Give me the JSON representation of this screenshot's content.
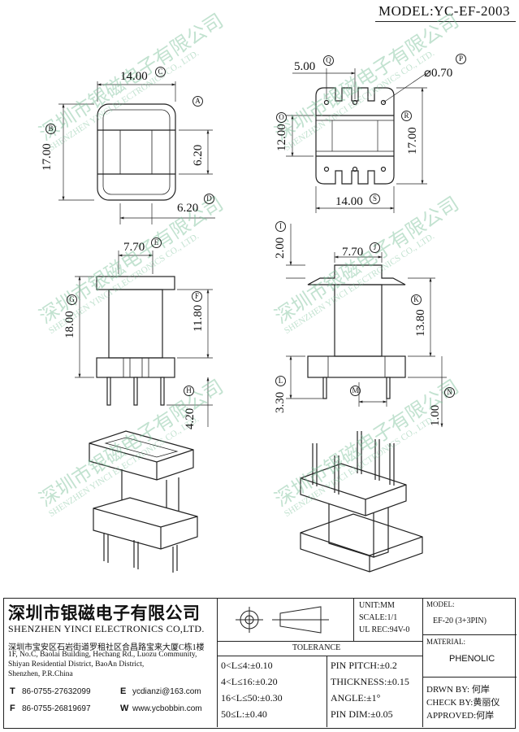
{
  "header": {
    "model": "MODEL:YC-EF-2003"
  },
  "watermark": {
    "text_cn": "深圳市银磁电子有限公司",
    "text_en": "SHENZHEN YINCI ELECTRONICS CO., LTD."
  },
  "dimensions": {
    "top_left_width": "14.00",
    "top_left_width_tag": "C",
    "top_left_height": "17.00",
    "top_left_height_tag": "B",
    "top_left_inner": "6.20",
    "top_left_inner_tag": "A",
    "top_left_bottom": "6.20",
    "top_left_bottom_tag": "D",
    "top_right_pitch": "5.00",
    "top_right_pitch_tag": "Q",
    "top_right_dia": "⌀0.70",
    "top_right_dia_tag": "P",
    "top_right_h_inner": "12.00",
    "top_right_h_inner_tag": "O",
    "top_right_h_outer": "17.00",
    "top_right_h_outer_tag": "R",
    "top_right_width": "14.00",
    "top_right_width_tag": "S",
    "side_left_flange": "7.70",
    "side_left_flange_tag": "E",
    "side_left_total": "18.00",
    "side_left_total_tag": "G",
    "side_left_body": "11.80",
    "side_left_body_tag": "F",
    "side_left_pin": "4.20",
    "side_left_pin_tag": "H",
    "side_right_flange": "7.70",
    "side_right_flange_tag": "J",
    "side_right_top": "2.00",
    "side_right_top_tag": "I",
    "side_right_body": "13.80",
    "side_right_body_tag": "K",
    "side_right_pin": "3.30",
    "side_right_pin_tag": "L",
    "side_right_m_tag": "M",
    "side_right_n": "1.00",
    "side_right_n_tag": "N"
  },
  "company": {
    "name_cn": "深圳市银磁电子有限公司",
    "name_en": "SHENZHEN YINCI ELECTRONICS CO,LTD.",
    "addr_cn": "深圳市宝安区石岩街道罗租社区合昌路宝来大厦C栋1楼",
    "addr_en1": "1F, No.C, Baolai Building, Hechang Rd., Luozu Community,",
    "addr_en2": "Shiyan Residential District, BaoAn District,",
    "addr_en3": "Shenzhen, P.R.China",
    "tel_label": "T",
    "tel": "86-0755-27632099",
    "email_label": "E",
    "email": "ycdianzi@163.com",
    "fax_label": "F",
    "fax": "86-0755-26819697",
    "web_label": "W",
    "web": "www.ycbobbin.com"
  },
  "specs": {
    "unit": "UNIT:MM",
    "scale": "SCALE:1/1",
    "ul": "UL REC:94V-0",
    "model_label": "MODEL:",
    "model_value": "EF-20 (3+3PIN)",
    "material_label": "MATERIAL:",
    "material_value": "PHENOLIC",
    "drawn": "DRWN BY: 何岸",
    "check": "CHECK BY:黄丽仪",
    "approved": "APPROVED:何岸"
  },
  "tolerance": {
    "title": "TOLERANCE",
    "rows": [
      [
        "0<L≤4:±0.10",
        "PIN PITCH:±0.2"
      ],
      [
        "4<L≤16:±0.20",
        "THICKNESS:±0.15"
      ],
      [
        "16<L≤50:±0.30",
        "ANGLE:±1°"
      ],
      [
        "50≤L:±0.40",
        "PIN DIM:±0.05"
      ]
    ]
  }
}
